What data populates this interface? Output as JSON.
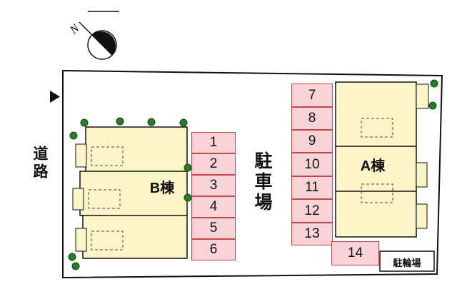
{
  "compass": {
    "label": "N"
  },
  "road": {
    "label": "道路"
  },
  "parking_area": {
    "label": "駐車場"
  },
  "bicycle_area": {
    "label": "駐輪場"
  },
  "buildings": {
    "a": {
      "label": "A棟"
    },
    "b": {
      "label": "B棟"
    }
  },
  "parking": {
    "spots": [
      "1",
      "2",
      "3",
      "4",
      "5",
      "6",
      "7",
      "8",
      "9",
      "10",
      "11",
      "12",
      "13",
      "14"
    ]
  },
  "colors": {
    "building_fill": "#fbf4c6",
    "spot_fill": "#f7d3d8",
    "spot_border": "#c0474a",
    "tree_green": "#2b7a2b",
    "outline": "#111111"
  }
}
